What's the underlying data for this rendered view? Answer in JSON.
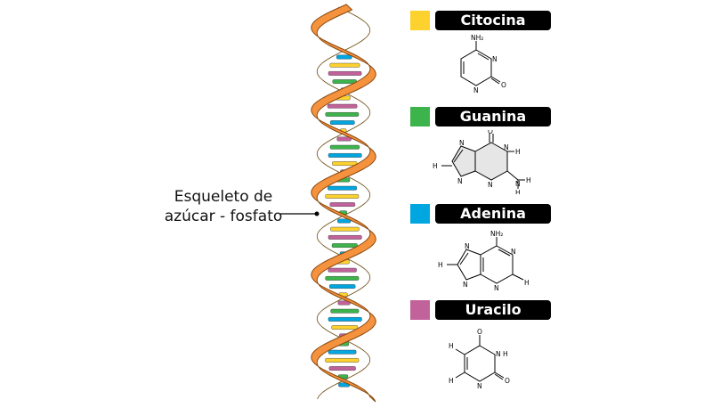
{
  "callout": {
    "line1": "Esqueleto de",
    "line2": "azúcar - fosfato"
  },
  "colors": {
    "backbone": "#f5923e",
    "backbone_dark": "#c96a1e",
    "inner_strand": "#fdf2cc",
    "citocina": "#fdd12e",
    "guanina": "#3cb44b",
    "adenina": "#00a6e0",
    "uracilo": "#c2629b"
  },
  "bases": [
    {
      "id": "citocina",
      "name": "Citocina",
      "color": "#fdd12e",
      "icon": "cytosine-structure-icon"
    },
    {
      "id": "guanina",
      "name": "Guanina",
      "color": "#3cb44b",
      "icon": "guanine-structure-icon"
    },
    {
      "id": "adenina",
      "name": "Adenina",
      "color": "#00a6e0",
      "icon": "adenine-structure-icon"
    },
    {
      "id": "uracilo",
      "name": "Uracilo",
      "color": "#c2629b",
      "icon": "uracil-structure-icon"
    }
  ],
  "atoms": {
    "nh2": "NH₂",
    "n": "N",
    "o": "O",
    "h": "H"
  }
}
